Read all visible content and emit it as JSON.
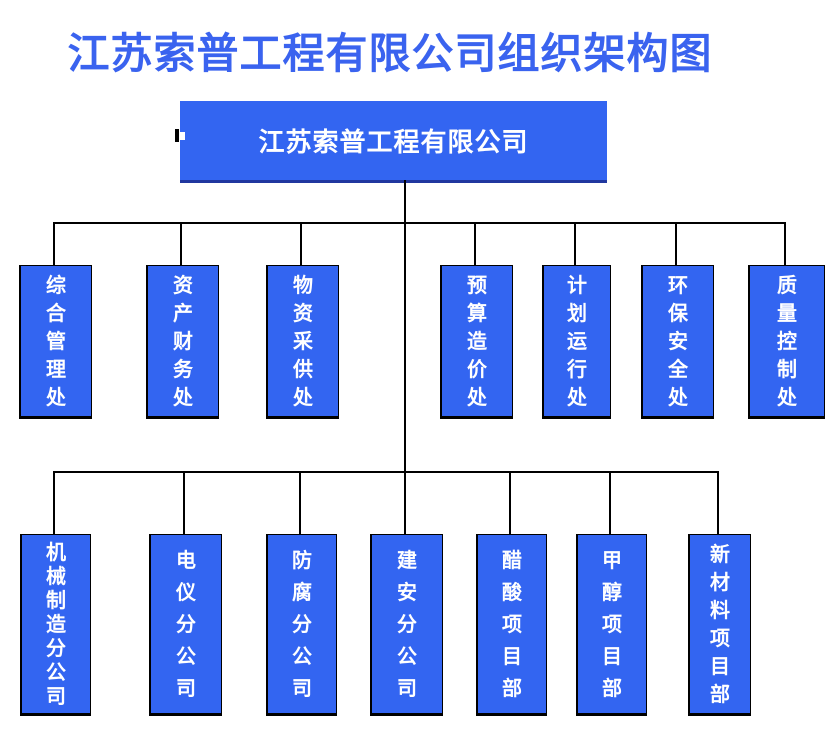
{
  "page": {
    "title": "江苏索普工程有限公司组织架构图"
  },
  "colors": {
    "box_blue": "#3365F1",
    "title_blue": "#3A63EF",
    "box_text": "#FFFFFF",
    "connector_line": "#000000",
    "root_box_bottom_edge": "#20379F"
  },
  "org": {
    "root": {
      "label": "江苏索普工程有限公司"
    },
    "departments": [
      {
        "label": "综合管理处"
      },
      {
        "label": "资产财务处"
      },
      {
        "label": "物资采供处"
      },
      {
        "label": "预算造价处"
      },
      {
        "label": "计划运行处"
      },
      {
        "label": "环保安全处"
      },
      {
        "label": "质量控制处"
      }
    ],
    "subsidiaries": [
      {
        "label": "机械制造分公司"
      },
      {
        "label": "电仪分公司"
      },
      {
        "label": "防腐分公司"
      },
      {
        "label": "建安分公司"
      },
      {
        "label": "醋酸项目部"
      },
      {
        "label": "甲醇项目部"
      },
      {
        "label": "新材料项目部"
      }
    ]
  }
}
